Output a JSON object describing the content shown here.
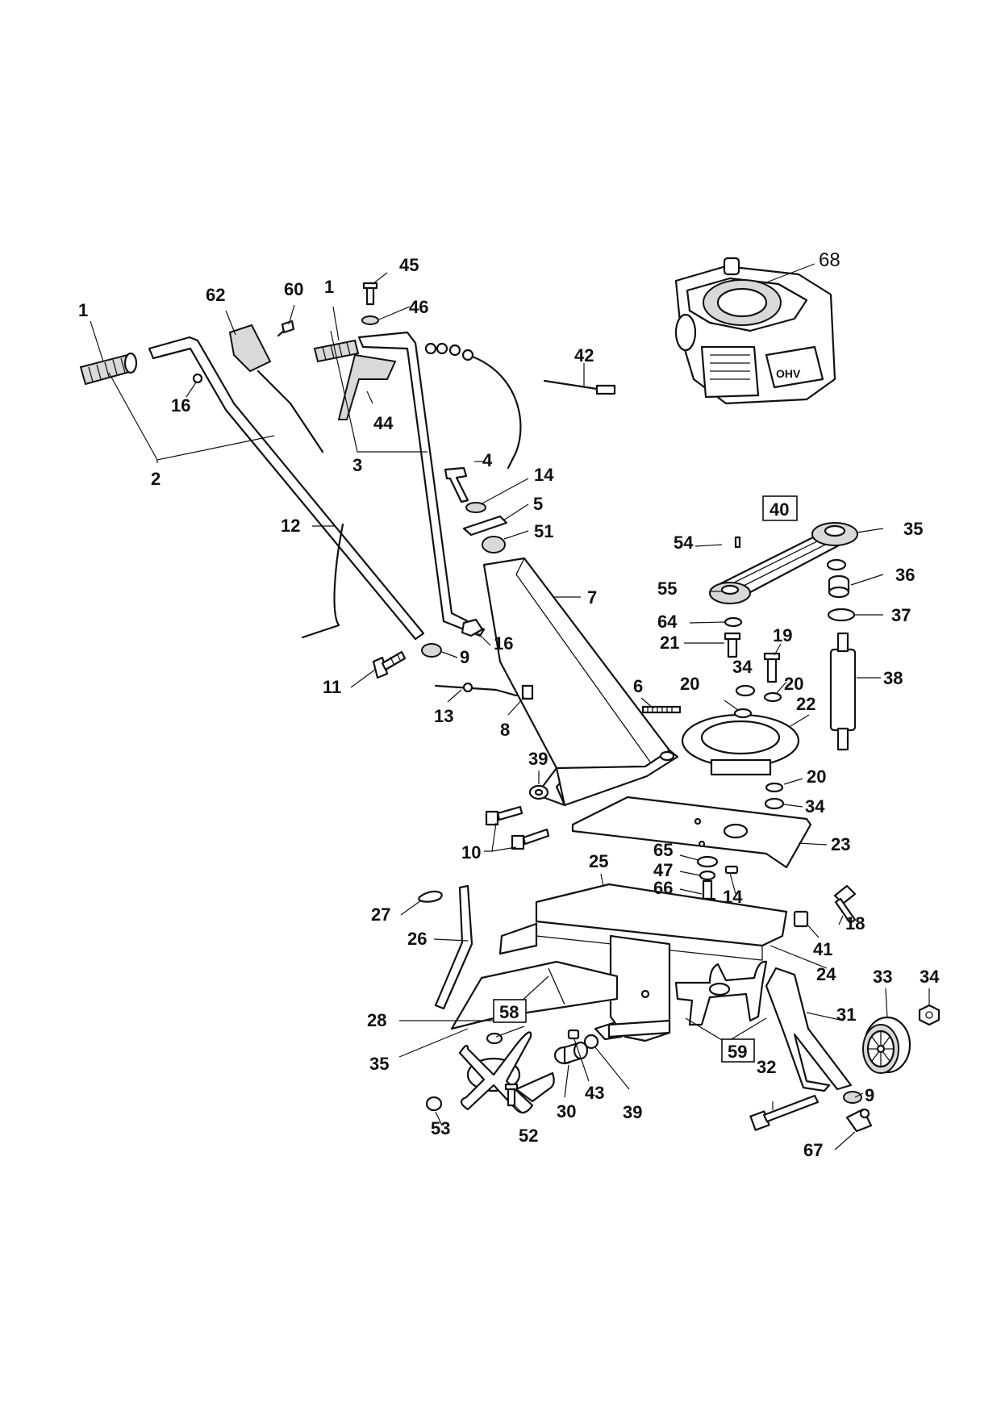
{
  "diagram": {
    "callouts": [
      {
        "id": "c1a",
        "text": "1"
      },
      {
        "id": "c1b",
        "text": "1"
      },
      {
        "id": "c2",
        "text": "2"
      },
      {
        "id": "c3",
        "text": "3"
      },
      {
        "id": "c4",
        "text": "4"
      },
      {
        "id": "c5",
        "text": "5"
      },
      {
        "id": "c6",
        "text": "6"
      },
      {
        "id": "c7",
        "text": "7"
      },
      {
        "id": "c8",
        "text": "8"
      },
      {
        "id": "c9a",
        "text": "9"
      },
      {
        "id": "c9b",
        "text": "9"
      },
      {
        "id": "c10",
        "text": "10"
      },
      {
        "id": "c11",
        "text": "11"
      },
      {
        "id": "c12",
        "text": "12"
      },
      {
        "id": "c13",
        "text": "13"
      },
      {
        "id": "c14a",
        "text": "14"
      },
      {
        "id": "c14b",
        "text": "14"
      },
      {
        "id": "c16a",
        "text": "16"
      },
      {
        "id": "c16b",
        "text": "16"
      },
      {
        "id": "c18",
        "text": "18"
      },
      {
        "id": "c19",
        "text": "19"
      },
      {
        "id": "c20a",
        "text": "20"
      },
      {
        "id": "c20b",
        "text": "20"
      },
      {
        "id": "c20c",
        "text": "20"
      },
      {
        "id": "c21",
        "text": "21"
      },
      {
        "id": "c22",
        "text": "22"
      },
      {
        "id": "c23",
        "text": "23"
      },
      {
        "id": "c24",
        "text": "24"
      },
      {
        "id": "c25",
        "text": "25"
      },
      {
        "id": "c26",
        "text": "26"
      },
      {
        "id": "c27",
        "text": "27"
      },
      {
        "id": "c28",
        "text": "28"
      },
      {
        "id": "c30",
        "text": "30"
      },
      {
        "id": "c31",
        "text": "31"
      },
      {
        "id": "c32",
        "text": "32"
      },
      {
        "id": "c33",
        "text": "33"
      },
      {
        "id": "c34a",
        "text": "34"
      },
      {
        "id": "c34b",
        "text": "34"
      },
      {
        "id": "c34c",
        "text": "34"
      },
      {
        "id": "c35a",
        "text": "35"
      },
      {
        "id": "c35b",
        "text": "35"
      },
      {
        "id": "c36",
        "text": "36"
      },
      {
        "id": "c37",
        "text": "37"
      },
      {
        "id": "c38",
        "text": "38"
      },
      {
        "id": "c39a",
        "text": "39"
      },
      {
        "id": "c39b",
        "text": "39"
      },
      {
        "id": "c40",
        "text": "40"
      },
      {
        "id": "c41",
        "text": "41"
      },
      {
        "id": "c42",
        "text": "42"
      },
      {
        "id": "c43",
        "text": "43"
      },
      {
        "id": "c44",
        "text": "44"
      },
      {
        "id": "c45",
        "text": "45"
      },
      {
        "id": "c46",
        "text": "46"
      },
      {
        "id": "c47",
        "text": "47"
      },
      {
        "id": "c51",
        "text": "51"
      },
      {
        "id": "c52",
        "text": "52"
      },
      {
        "id": "c53",
        "text": "53"
      },
      {
        "id": "c54",
        "text": "54"
      },
      {
        "id": "c55",
        "text": "55"
      },
      {
        "id": "c58",
        "text": "58"
      },
      {
        "id": "c59",
        "text": "59"
      },
      {
        "id": "c60",
        "text": "60"
      },
      {
        "id": "c62",
        "text": "62"
      },
      {
        "id": "c64",
        "text": "64"
      },
      {
        "id": "c65",
        "text": "65"
      },
      {
        "id": "c66",
        "text": "66"
      },
      {
        "id": "c67",
        "text": "67"
      },
      {
        "id": "c68",
        "text": "68"
      }
    ],
    "engine_brand": "OHV"
  }
}
